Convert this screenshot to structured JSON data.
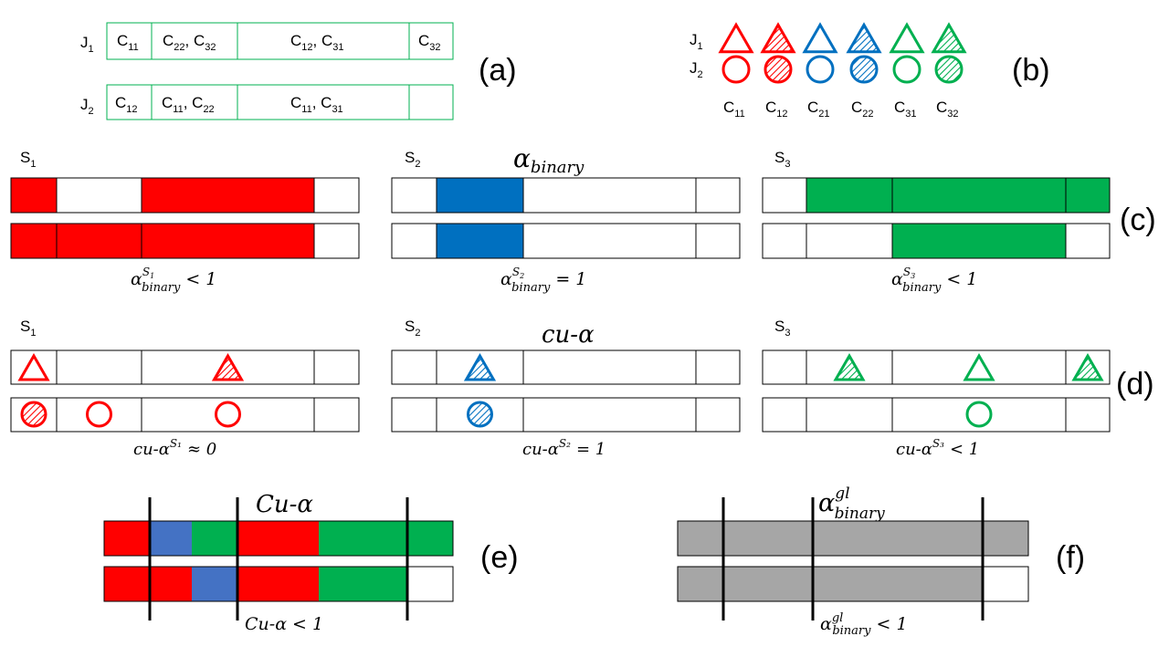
{
  "colors": {
    "red": "#ff0000",
    "blue": "#0070c0",
    "green": "#00b050",
    "blue_e": "#4472c4",
    "gray": "#a6a6a6",
    "table_border": "#00b050"
  },
  "panel_labels": {
    "a": "(a)",
    "b": "(b)",
    "c": "(c)",
    "d": "(d)",
    "e": "(e)",
    "f": "(f)"
  },
  "panel_a": {
    "rows": [
      {
        "job": "J",
        "job_sub": "1",
        "cells": [
          {
            "base": "C",
            "sub": "11"
          },
          {
            "parts": [
              {
                "base": "C",
                "sub": "22"
              },
              {
                "base": "C",
                "sub": "32"
              }
            ]
          },
          {
            "parts": [
              {
                "base": "C",
                "sub": "12"
              },
              {
                "base": "C",
                "sub": "31"
              }
            ]
          },
          {
            "base": "C",
            "sub": "32"
          }
        ]
      },
      {
        "job": "J",
        "job_sub": "2",
        "cells": [
          {
            "base": "C",
            "sub": "12"
          },
          {
            "parts": [
              {
                "base": "C",
                "sub": "11"
              },
              {
                "base": "C",
                "sub": "22"
              }
            ]
          },
          {
            "parts": [
              {
                "base": "C",
                "sub": "11"
              },
              {
                "base": "C",
                "sub": "31"
              }
            ]
          },
          {
            "base": "",
            "sub": ""
          }
        ]
      }
    ]
  },
  "panel_b": {
    "row_labels": [
      {
        "base": "J",
        "sub": "1"
      },
      {
        "base": "J",
        "sub": "2"
      }
    ],
    "columns": [
      {
        "base": "C",
        "sub": "11",
        "color": "red",
        "hatched": false
      },
      {
        "base": "C",
        "sub": "12",
        "color": "red",
        "hatched": true
      },
      {
        "base": "C",
        "sub": "21",
        "color": "blue",
        "hatched": false
      },
      {
        "base": "C",
        "sub": "22",
        "color": "blue",
        "hatched": true
      },
      {
        "base": "C",
        "sub": "31",
        "color": "green",
        "hatched": false
      },
      {
        "base": "C",
        "sub": "32",
        "color": "green",
        "hatched": true
      }
    ]
  },
  "panel_c": {
    "title": {
      "base": "α",
      "sub": "binary"
    },
    "servers": [
      {
        "name": "S",
        "name_sub": "1",
        "color": "red",
        "row1": [
          true,
          false,
          true,
          false
        ],
        "row2": [
          true,
          true,
          true,
          false
        ],
        "caption": {
          "sup": "S",
          "sup_sub": "1",
          "rel": "< 1"
        }
      },
      {
        "name": "S",
        "name_sub": "2",
        "color": "blue",
        "row1": [
          false,
          true,
          false,
          false
        ],
        "row2": [
          false,
          true,
          false,
          false
        ],
        "caption": {
          "sup": "S",
          "sup_sub": "2",
          "rel": "= 1"
        }
      },
      {
        "name": "S",
        "name_sub": "3",
        "color": "green",
        "row1": [
          false,
          true,
          true,
          true
        ],
        "row2": [
          false,
          false,
          true,
          false
        ],
        "caption": {
          "sup": "S",
          "sup_sub": "3",
          "rel": "< 1"
        }
      }
    ]
  },
  "panel_d": {
    "title": "cu-α",
    "servers": [
      {
        "name": "S",
        "name_sub": "1",
        "color": "red",
        "row1": [
          {
            "shape": "triangle",
            "hatched": false
          },
          null,
          {
            "shape": "triangle",
            "hatched": true
          },
          null
        ],
        "row2": [
          {
            "shape": "circle",
            "hatched": true,
            "cell": 0
          },
          {
            "shape": "circle",
            "hatched": false,
            "cell": 1
          },
          {
            "shape": "circle",
            "hatched": false,
            "cell": 2
          },
          null
        ],
        "caption": {
          "base": "cu-α",
          "sup": "S₁",
          "rel": "≈ 0"
        }
      },
      {
        "name": "S",
        "name_sub": "2",
        "color": "blue",
        "row1": [
          null,
          {
            "shape": "triangle",
            "hatched": true
          },
          null,
          null
        ],
        "row2": [
          null,
          {
            "shape": "circle",
            "hatched": true
          },
          null,
          null
        ],
        "caption": {
          "base": "cu-α",
          "sup": "S₂",
          "rel": "= 1"
        }
      },
      {
        "name": "S",
        "name_sub": "3",
        "color": "green",
        "row1": [
          null,
          {
            "shape": "triangle",
            "hatched": true
          },
          {
            "shape": "triangle",
            "hatched": false
          },
          {
            "shape": "triangle",
            "hatched": true
          }
        ],
        "row2": [
          null,
          null,
          {
            "shape": "circle",
            "hatched": false
          },
          null
        ],
        "caption": {
          "base": "cu-α",
          "sup": "S₃",
          "rel": "< 1"
        }
      }
    ]
  },
  "panel_e": {
    "title": "Cu-α",
    "row1": [
      "red",
      "blue_e",
      "green",
      "red",
      "green",
      "green"
    ],
    "row2": [
      "red",
      "red",
      "blue_e",
      "red",
      "green",
      "white"
    ],
    "caption": {
      "base": "Cu-α",
      "rel": "< 1"
    }
  },
  "panel_f": {
    "title": {
      "base": "α",
      "sup": "gl",
      "sub": "binary"
    },
    "caption": {
      "base": "α",
      "sup": "gl",
      "sub": "binary",
      "rel": "< 1"
    }
  }
}
